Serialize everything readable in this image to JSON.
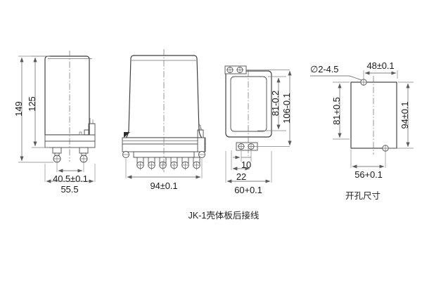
{
  "drawing": {
    "title": "JK-1壳体板后接线",
    "cutout_caption": "开孔尺寸",
    "views": {
      "side": {
        "name": "side-view",
        "dims": {
          "overall_height": "149",
          "body_height": "125",
          "terminal_spacing": "40.5±0.1",
          "depth": "55.5"
        }
      },
      "front": {
        "name": "front-view",
        "dims": {
          "width": "94±0.1"
        },
        "terminal_pin_count": 6
      },
      "plate": {
        "name": "back-plate-view",
        "dims": {
          "inner_height": "81-0.2",
          "outer_height": "106-0.1",
          "hole_pitch_small": "10",
          "hole_pitch_large": "22",
          "width": "60+0.1"
        }
      },
      "cutout": {
        "name": "panel-cutout-view",
        "dims": {
          "hole_callout": "∅2-4.5",
          "top_offset": "48±0.1",
          "height_left": "81+0.5",
          "height_right": "94±0.1",
          "width": "56+0.1"
        }
      }
    },
    "colors": {
      "line": "#4d4d4d",
      "dimension": "#5a5a5a",
      "extension": "#808080",
      "text": "#1a1a1a",
      "background": "#ffffff"
    }
  }
}
